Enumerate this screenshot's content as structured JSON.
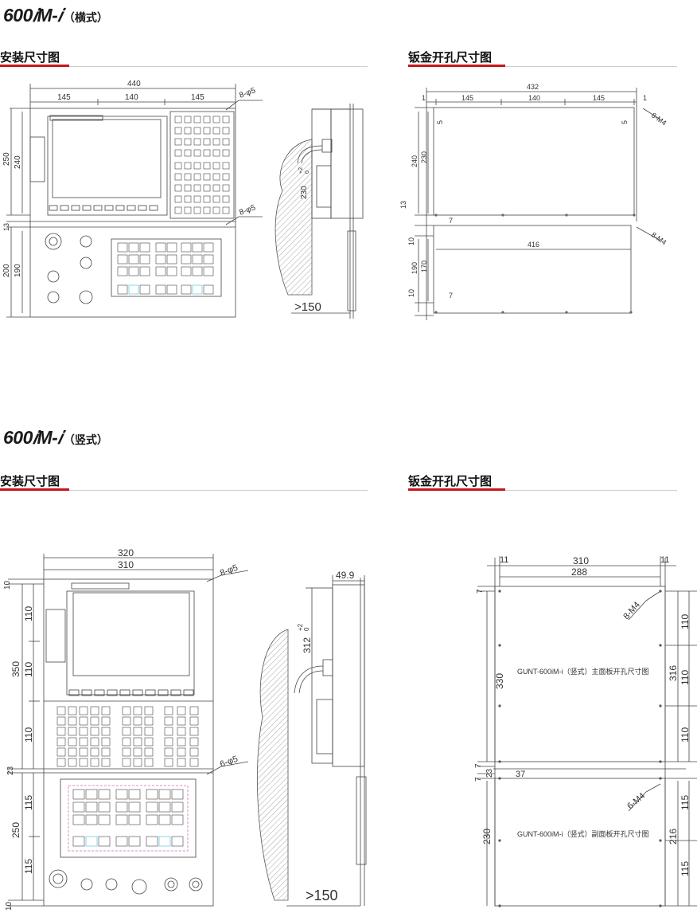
{
  "section1": {
    "title_main": "600𝑖M-𝑖",
    "title_sub": "（横式）",
    "left_heading": "安装尺寸图",
    "right_heading": "钣金开孔尺寸图",
    "install_dims": {
      "w440": "440",
      "w145a": "145",
      "w140": "140",
      "w145b": "145",
      "h250": "250",
      "h240": "240",
      "h13": "13",
      "h200": "200",
      "h190": "190",
      "holes": "8-φ5",
      "holes2": "8-φ5"
    },
    "side_dims": {
      "depth": "230",
      "tol_plus": "+2",
      "tol_zero": "0",
      "clear": ">150"
    },
    "cut_dims": {
      "w432": "432",
      "d1a": "1",
      "w145a": "145",
      "w140": "140",
      "w145b": "145",
      "d1b": "1",
      "d5a": "5",
      "d5b": "5",
      "h240": "240",
      "h230": "230",
      "h13": "13",
      "d7a": "7",
      "d10a": "10",
      "h190": "190",
      "h170": "170",
      "d10b": "10",
      "d7b": "7",
      "w416": "416",
      "m4a": "8-M4",
      "m4b": "8-M4"
    }
  },
  "section2": {
    "title_main": "600𝑖M-𝑖",
    "title_sub": "（竖式）",
    "left_heading": "安装尺寸图",
    "right_heading": "钣金开孔尺寸图",
    "install_dims": {
      "w320": "320",
      "w310": "310",
      "d10a": "10",
      "h110a": "110",
      "h350": "350",
      "h110b": "110",
      "h110c": "110",
      "h23": "23",
      "h115a": "115",
      "h250": "250",
      "h115b": "115",
      "d10b": "10",
      "holes": "8-φ5",
      "holes2": "6-φ5"
    },
    "side_dims": {
      "w499": "49.9",
      "depth": "312",
      "tol_plus": "+2",
      "tol_zero": "0",
      "clear": ">150"
    },
    "cut_dims": {
      "d11a": "11",
      "w310": "310",
      "d11b": "11",
      "w288": "288",
      "d7a": "7",
      "h330": "330",
      "h110a": "110",
      "h316": "316",
      "h110b": "110",
      "h110c": "110",
      "d7b": "7",
      "d23": "23",
      "d37": "37",
      "d7c": "7",
      "h230": "230",
      "h115a": "115",
      "h216": "216",
      "h115b": "115",
      "m4a": "8-M4",
      "m4b": "6-M4",
      "label_main": "GUNT-600iM-i（竖式）主面板开孔尺寸图",
      "label_sub": "GUNT-600iM-i（竖式）副面板开孔尺寸图"
    }
  }
}
